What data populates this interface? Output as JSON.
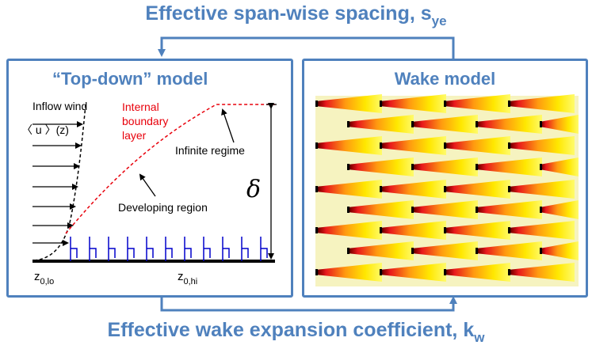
{
  "top_label": {
    "text": "Effective span-wise spacing, s",
    "subscript": "ye"
  },
  "bottom_label": {
    "text": "Effective wake expansion coefficient, k",
    "subscript": "w"
  },
  "left_panel": {
    "title": "“Top-down” model",
    "inflow_label": "Inflow wind",
    "profile_label": "〈 u 〉(z)",
    "ibl_label_lines": [
      "Internal",
      "boundary",
      "layer"
    ],
    "infinite_label": "Infinite regime",
    "developing_label": "Developing region",
    "delta_label": "δ",
    "z0_lo": {
      "main": "z",
      "sub": "0,lo"
    },
    "z0_hi": {
      "main": "z",
      "sub": "0,hi"
    }
  },
  "right_panel": {
    "title": "Wake model"
  },
  "colors": {
    "accent": "#4f81bd",
    "ibl": "#e8000b",
    "turbine": "#0000cc",
    "wake_dark": "#000000",
    "wake_red": "#e8191c",
    "wake_yellow": "#ffff00",
    "wake_background": "#f6f3c0"
  }
}
